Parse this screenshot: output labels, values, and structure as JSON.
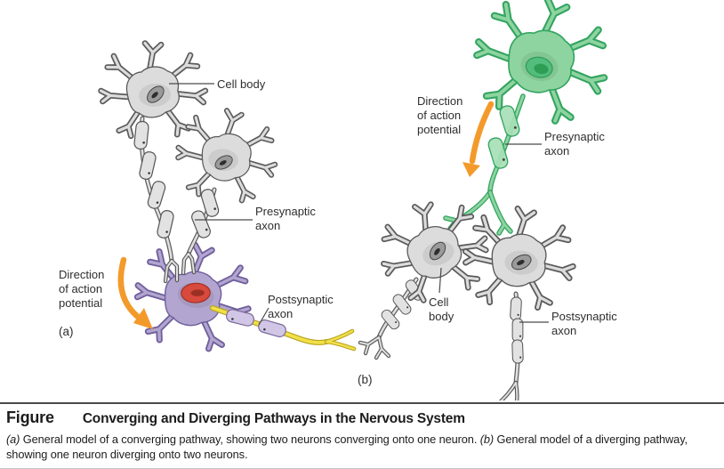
{
  "figure": {
    "panel_a": {
      "label": "(a)",
      "annotations": {
        "cell_body": "Cell body",
        "presynaptic_axon": "Presynaptic\naxon",
        "direction": "Direction\nof action\npotential",
        "postsynaptic_axon": "Postsynaptic\naxon"
      }
    },
    "panel_b": {
      "label": "(b)",
      "annotations": {
        "direction": "Direction\nof action\npotential",
        "presynaptic_axon": "Presynaptic\naxon",
        "cell_body": "Cell\nbody",
        "postsynaptic_axon": "Postsynaptic\naxon"
      }
    },
    "colors": {
      "neuron_gray": "#dcdcdc",
      "neuron_purple": "#b2a5cf",
      "nucleus_red": "#d84a3d",
      "neuron_green": "#8ed4a0",
      "axon_yellow": "#f2e04a",
      "arrow_orange": "#f39a2b"
    }
  },
  "caption": {
    "figure_word": "Figure",
    "title": "Converging and Diverging Pathways in the Nervous System",
    "body": [
      {
        "label": "(a)",
        "text": " General model of a converging pathway, showing two neurons converging onto one neuron. "
      },
      {
        "label": "(b)",
        "text": " General model of a diverging pathway, showing one neuron diverging onto two neurons."
      }
    ]
  }
}
